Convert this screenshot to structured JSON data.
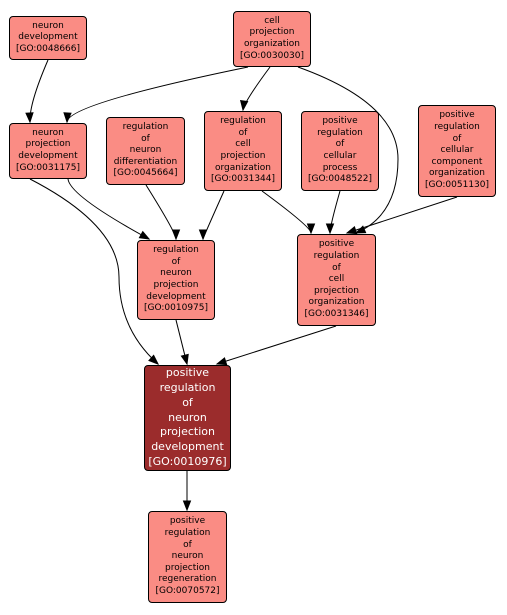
{
  "colors": {
    "node_fill": "#fa8c84",
    "focus_fill": "#9b2c2c",
    "edge": "#000000"
  },
  "nodes": {
    "n0048666": "neuron\ndevelopment\n[GO:0048666]",
    "n0030030": "cell\nprojection\norganization\n[GO:0030030]",
    "n0031175": "neuron\nprojection\ndevelopment\n[GO:0031175]",
    "n0045664": "regulation\nof\nneuron\ndifferentiation\n[GO:0045664]",
    "n0031344": "regulation\nof\ncell\nprojection\norganization\n[GO:0031344]",
    "n0048522": "positive\nregulation\nof\ncellular\nprocess\n[GO:0048522]",
    "n0051130": "positive\nregulation\nof\ncellular\ncomponent\norganization\n[GO:0051130]",
    "n0010975": "regulation\nof\nneuron\nprojection\ndevelopment\n[GO:0010975]",
    "n0031346": "positive\nregulation\nof\ncell\nprojection\norganization\n[GO:0031346]",
    "n0010976": "positive\nregulation\nof\nneuron\nprojection\ndevelopment\n[GO:0010976]",
    "n0070572": "positive\nregulation\nof\nneuron\nprojection\nregeneration\n[GO:0070572]"
  },
  "edges": [
    [
      "n0048666",
      "n0031175"
    ],
    [
      "n0030030",
      "n0031175"
    ],
    [
      "n0030030",
      "n0031344"
    ],
    [
      "n0030030",
      "n0031346"
    ],
    [
      "n0031175",
      "n0010975"
    ],
    [
      "n0031175",
      "n0010976"
    ],
    [
      "n0045664",
      "n0010975"
    ],
    [
      "n0031344",
      "n0010975"
    ],
    [
      "n0031344",
      "n0031346"
    ],
    [
      "n0048522",
      "n0031346"
    ],
    [
      "n0051130",
      "n0031346"
    ],
    [
      "n0010975",
      "n0010976"
    ],
    [
      "n0031346",
      "n0010976"
    ],
    [
      "n0010976",
      "n0070572"
    ]
  ]
}
